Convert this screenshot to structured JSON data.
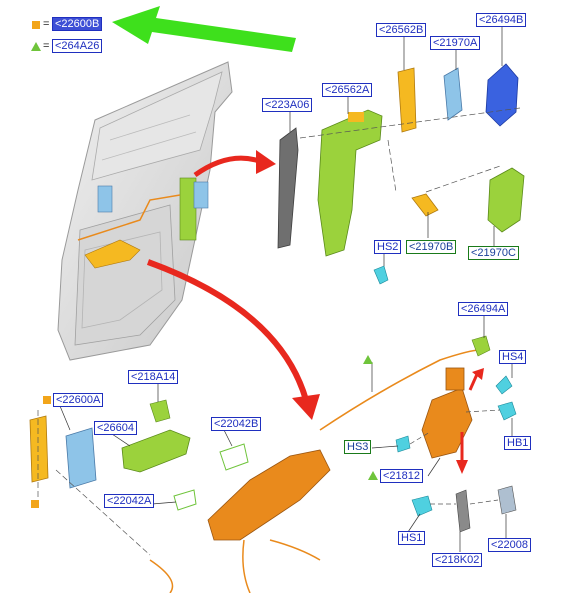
{
  "legend": {
    "square_ref": "<22600B",
    "triangle_ref": "<264A26",
    "equals": "=",
    "square_color": "#f2a51a",
    "triangle_color": "#6fc43b"
  },
  "callouts": {
    "c26562B": "<26562B",
    "c21970A": "<21970A",
    "c26494B": "<26494B",
    "c223A06": "<223A06",
    "c26562A": "<26562A",
    "hs2": "HS2",
    "c21970B": "<21970B",
    "c21970C": "<21970C",
    "c26494A": "<26494A",
    "hs4": "HS4",
    "hb1": "HB1",
    "hs3": "HS3",
    "c21812": "<21812",
    "hs1": "HS1",
    "c218K02": "<218K02",
    "c22008": "<22008",
    "c218A14": "<218A14",
    "c22600A": "<22600A",
    "c26604": "<26604",
    "c22042B": "<22042B",
    "c22042A": "<22042A"
  },
  "colors": {
    "label_border_blue": "#1f2fbf",
    "label_border_green": "#1a7a1a",
    "highlight": "#3d4fd6",
    "arrow_red": "#e8281e",
    "arrow_green": "#3ee01c",
    "part_yellow": "#f5b921",
    "part_green": "#9bd23c",
    "part_blue": "#3a62e0",
    "part_orange": "#e98a1c",
    "part_lightblue": "#8ec4e8",
    "part_cyan": "#4fd0e0",
    "part_grey": "#8a8a8a"
  }
}
